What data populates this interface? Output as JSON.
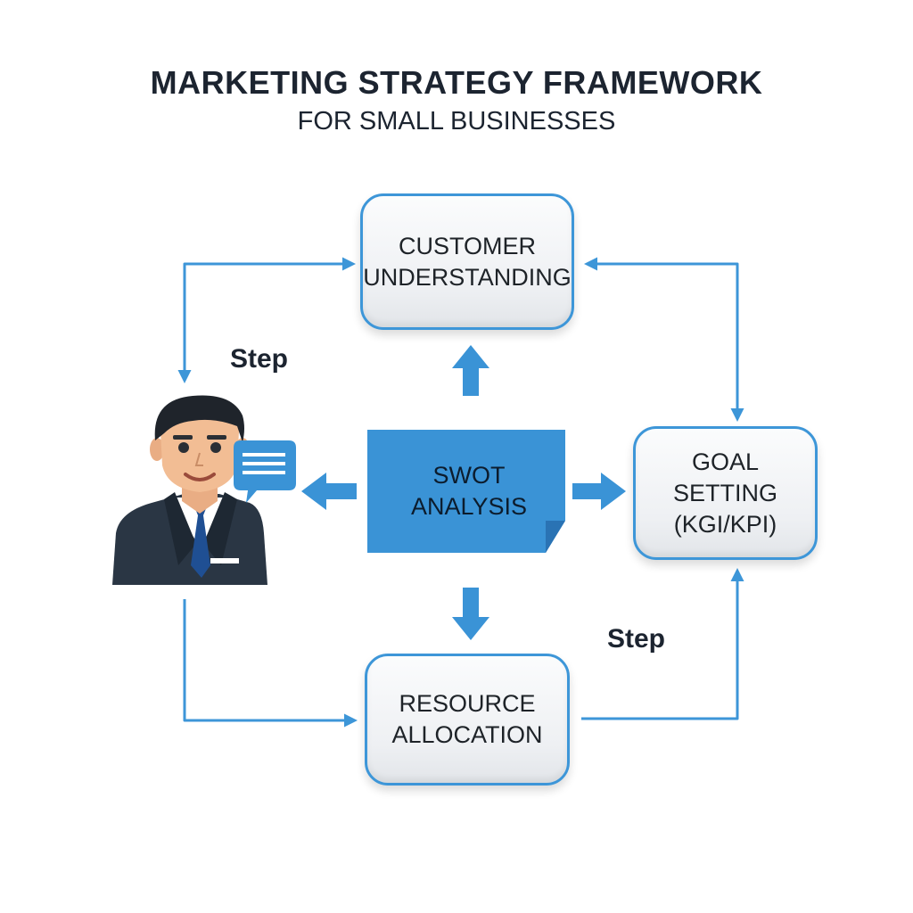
{
  "header": {
    "title": "MARKETING STRATEGY FRAMEWORK",
    "subtitle": "FOR SMALL BUSINESSES"
  },
  "nodes": {
    "customer": "CUSTOMER\nUNDERSTANDING",
    "swot": "SWOT\nANALYSIS",
    "goal": "GOAL SETTING\n(KGI/KPI)",
    "resource": "RESOURCE\nALLOCATION"
  },
  "step_labels": [
    "Step",
    "Step"
  ],
  "icons": [
    "businessman-icon",
    "chat-bubble-icon"
  ],
  "colors": {
    "accent": "#3d96d8",
    "swot_fill": "#3a93d6",
    "title_text": "#1c2430"
  }
}
